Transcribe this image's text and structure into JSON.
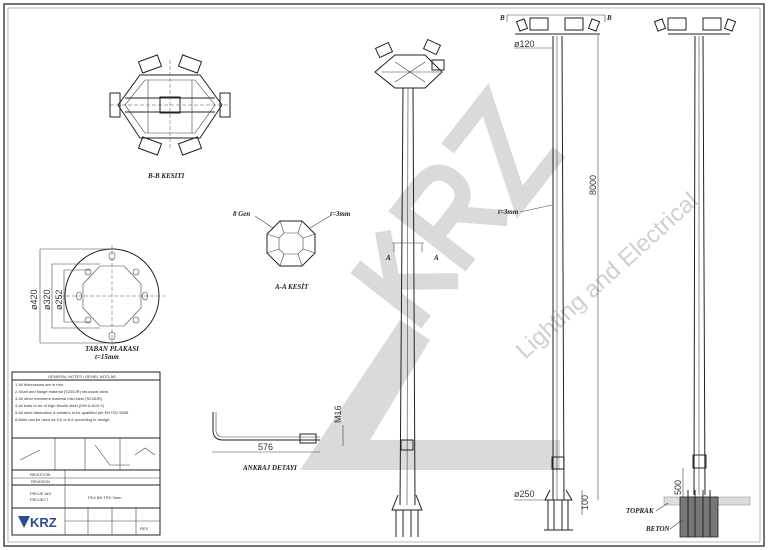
{
  "views": {
    "bb_section": {
      "title": "B-B KESITI"
    },
    "aa_section": {
      "title": "A-A KESİT",
      "gen_label": "8 Gen",
      "thickness": "t=3mm"
    },
    "base_plate": {
      "title": "TABAN PLAKASI",
      "thickness": "t=15mm",
      "d_outer": "ø420",
      "d_mid": "ø320",
      "d_inner": "ø252"
    },
    "anchor": {
      "title": "ANKRAJ DETAYI",
      "length": "576",
      "thread": "M16"
    },
    "pole_center": {
      "section_mark": "A"
    },
    "pole_dim": {
      "section_mark": "B",
      "top_diameter": "ø120",
      "wall": "t=3mm",
      "height": "8000",
      "base_diameter": "ø250",
      "plate_gap": "100"
    },
    "pole_foundation": {
      "embed": "500",
      "soil": "TOPRAK",
      "concrete": "BETON"
    }
  },
  "title_block": {
    "notes_title": "GENERAL NOTES / GENEL NOTLAR",
    "notes": [
      "1.All dimensions are in mm.",
      "2.Shaft and flange material (S235JR) structural steel.",
      "3.All other members material mild steel (S235JR).",
      "4.All bolts to be of high tensile steel (DIN 8.8/10.9).",
      "5.All steel fabrication & welders to be qualified per EN ISO 9606.",
      "6.Bolts can be used as 5.6 or 8.8 according to design."
    ],
    "revision_label": "REVİZYON",
    "revision_label_en": "REVISION",
    "project_label": "PROJE ADI",
    "project_label_en": "PROJECT",
    "project_name": "PD4 8/5 TRV 3mm",
    "logo": "KRZ",
    "rev": "REV"
  },
  "watermark": {
    "brand": "KRZ",
    "tagline": "Lighting and Electrical"
  }
}
